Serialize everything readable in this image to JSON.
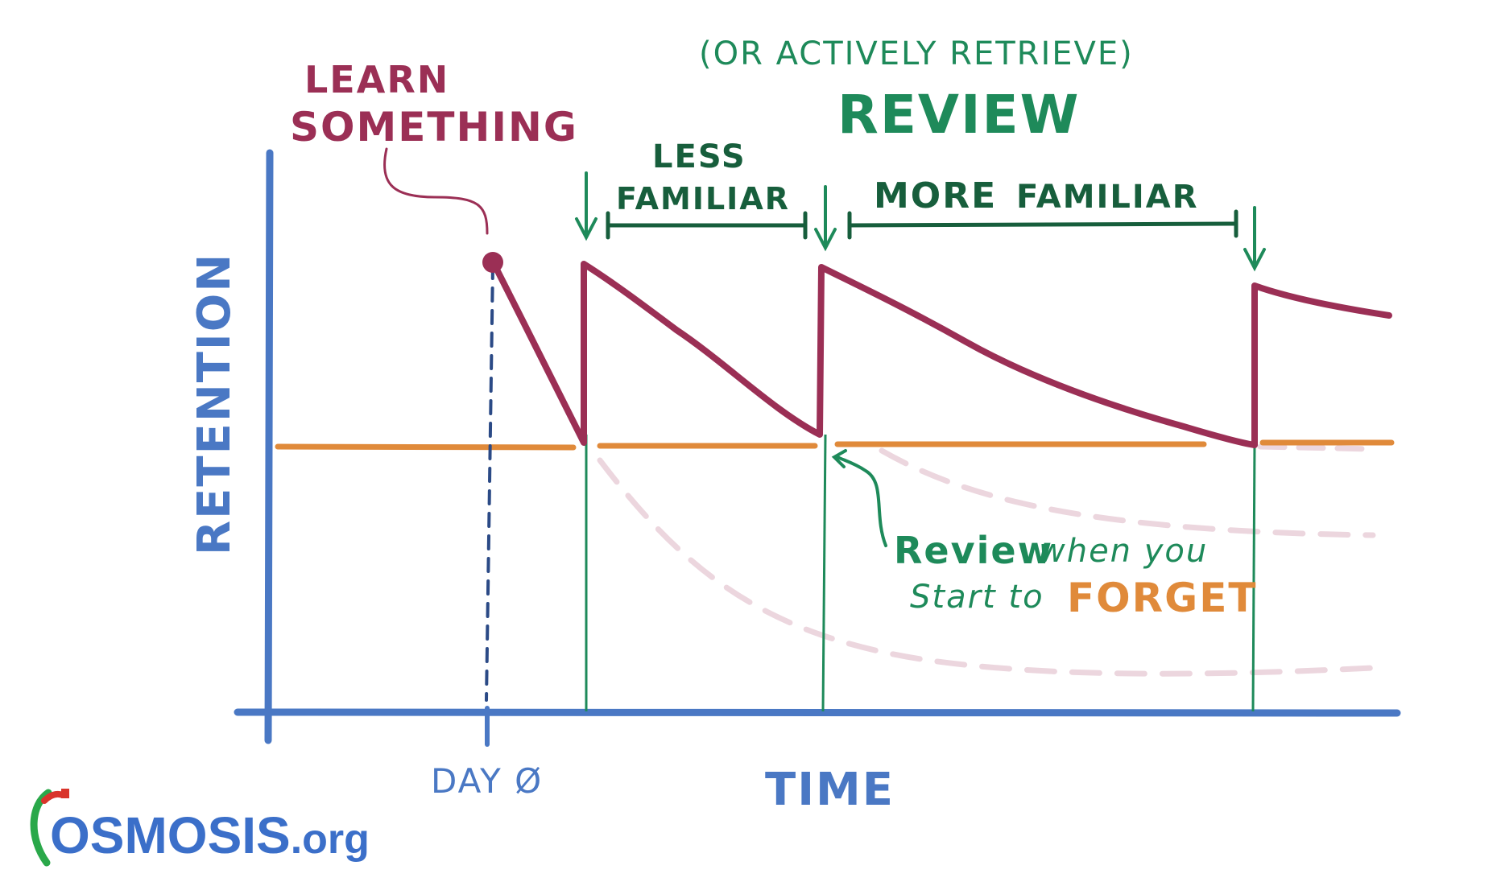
{
  "annotations": {
    "learn_line1": "LEARN",
    "learn_line2": "SOMETHING",
    "or_actively": "(OR ACTIVELY RETRIEVE)",
    "review": "REVIEW",
    "less": "LESS",
    "familiar_less": "FAMILIAR",
    "more": "MORE",
    "familiar_more": "FAMILIAR",
    "review_when_1a": "Review",
    "review_when_1b": "when you",
    "review_when_2a": "Start to",
    "forget": "FORGET"
  },
  "axes": {
    "y_label": "RETENTION",
    "x_label": "TIME",
    "day_label": "DAY Ø"
  },
  "logo": {
    "text_main": "OSMOSIS",
    "text_suffix": ".org"
  },
  "colors": {
    "axis": "#4a78c4",
    "curve": "#9b2f55",
    "threshold": "#e08a3a",
    "marker": "#1e8a5a",
    "forget_dashed": "#ecd6de",
    "dark_green": "#175e3c"
  }
}
